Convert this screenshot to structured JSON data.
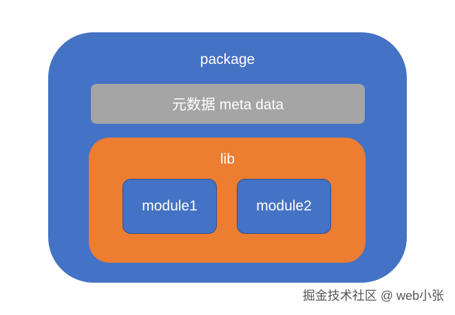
{
  "diagram": {
    "package": {
      "label": "package",
      "fill": "#4472c4"
    },
    "meta": {
      "label": "元数据 meta data",
      "fill": "#a5a5a5"
    },
    "lib": {
      "label": "lib",
      "fill": "#ed7d31"
    },
    "modules": [
      {
        "label": "module1",
        "fill": "#4472c4",
        "border": "#2f4f8f"
      },
      {
        "label": "module2",
        "fill": "#4472c4",
        "border": "#2f4f8f"
      }
    ]
  },
  "watermark": {
    "text": "掘金技术社区 @ web小张",
    "color": "#555555"
  }
}
